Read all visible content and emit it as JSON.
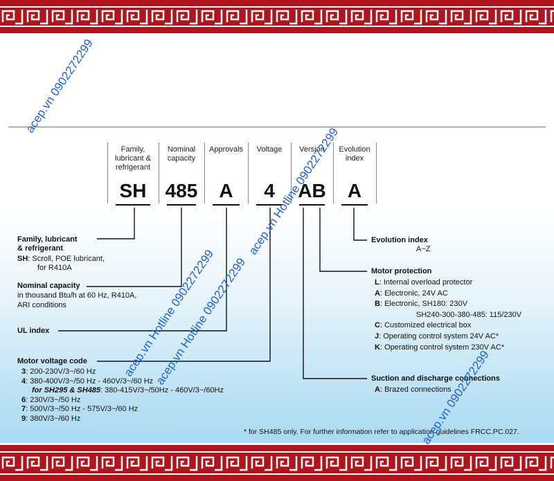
{
  "code_headers": [
    {
      "label": "Family, lubricant & refrigerant",
      "code": "SH"
    },
    {
      "label": "Nominal capacity",
      "code": "485"
    },
    {
      "label": "Approvals",
      "code": "A"
    },
    {
      "label": "Voltage",
      "code": "4"
    },
    {
      "label": "Version",
      "code": "AB"
    },
    {
      "label": "Evolution index",
      "code": "A"
    }
  ],
  "family": {
    "title1": "Family, lubricant",
    "title2": "& refrigerant",
    "key": "SH",
    "desc": ": Scroll, POE lubricant,",
    "desc2": "for R410A"
  },
  "capacity": {
    "title": "Nominal capacity",
    "line1": "in thousand Btu/h at 60 Hz, R410A,",
    "line2": "ARI conditions"
  },
  "ul": {
    "title": "UL index"
  },
  "voltage": {
    "title": "Motor voltage code",
    "items": [
      {
        "key": "3",
        "text": ": 200-230V/3~/60 Hz"
      },
      {
        "key": "4",
        "text": ": 380-400V/3~/50 Hz - 460V/3~/60 Hz"
      },
      {
        "key": "for SH295 & SH485",
        "text": ": 380-415V/3~/50Hz - 460V/3~/60Hz"
      },
      {
        "key": "6",
        "text": ": 230V/3~/50 Hz"
      },
      {
        "key": "7",
        "text": ": 500V/3~/50 Hz - 575V/3~/60 Hz"
      },
      {
        "key": "9",
        "text": ": 380V/3~/60 Hz"
      }
    ]
  },
  "evolution": {
    "title": "Evolution index",
    "range": "A~Z"
  },
  "motor": {
    "title": "Motor protection",
    "items": [
      {
        "key": "L",
        "text": ":  Internal overload protector"
      },
      {
        "key": "A",
        "text": ": Electronic, 24V AC"
      },
      {
        "key": "B",
        "text": ": Electronic, SH180: 230V"
      },
      {
        "key": "",
        "text": "SH240-300-380-485: 115/230V"
      },
      {
        "key": "C",
        "text": ": Customized electrical box"
      },
      {
        "key": "J",
        "text": ":  Operating control system 24V AC*"
      },
      {
        "key": "K",
        "text": ": Operating control system 230V AC*"
      }
    ]
  },
  "suction": {
    "title": "Suction and discharge connections",
    "key": "A",
    "text": ": Brazed connections"
  },
  "footnote": "* for SH485 only. For further information refer to application guidelines FRCC.PC.027.",
  "watermarks": [
    "acep.vn  0902272299",
    "acep.vn  Hotline 0902272299",
    "acep.vn  Hotline 0902272299",
    "acep.vn  Hotline 0902272299",
    "acep.vn  0902272299"
  ],
  "colors": {
    "border": "#b0141c",
    "watermark": "#1e63d6"
  }
}
